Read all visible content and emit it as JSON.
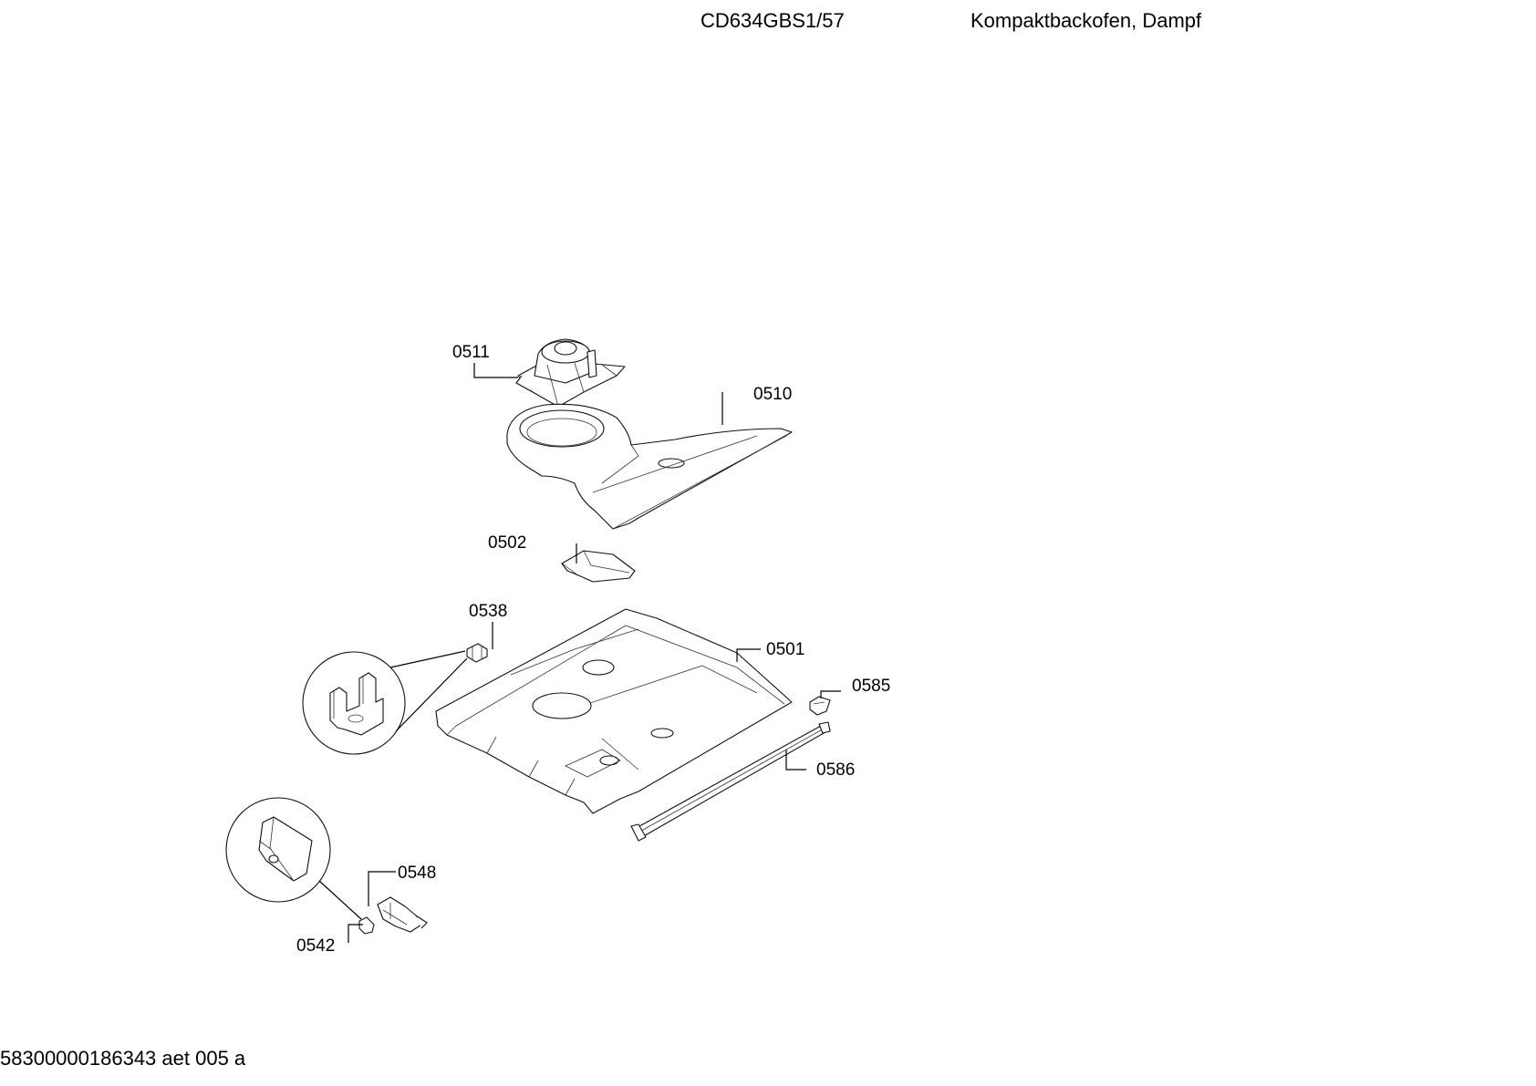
{
  "header": {
    "model": "CD634GBS1/57",
    "description": "Kompaktbackofen, Dampf"
  },
  "footer": {
    "doc_id": "58300000186343 aet 005 a"
  },
  "parts": [
    {
      "id": "p0511",
      "label": "0511"
    },
    {
      "id": "p0510",
      "label": "0510"
    },
    {
      "id": "p0502",
      "label": "0502"
    },
    {
      "id": "p0538",
      "label": "0538"
    },
    {
      "id": "p0501",
      "label": "0501"
    },
    {
      "id": "p0585",
      "label": "0585"
    },
    {
      "id": "p0586",
      "label": "0586"
    },
    {
      "id": "p0548",
      "label": "0548"
    },
    {
      "id": "p0542",
      "label": "0542"
    }
  ]
}
